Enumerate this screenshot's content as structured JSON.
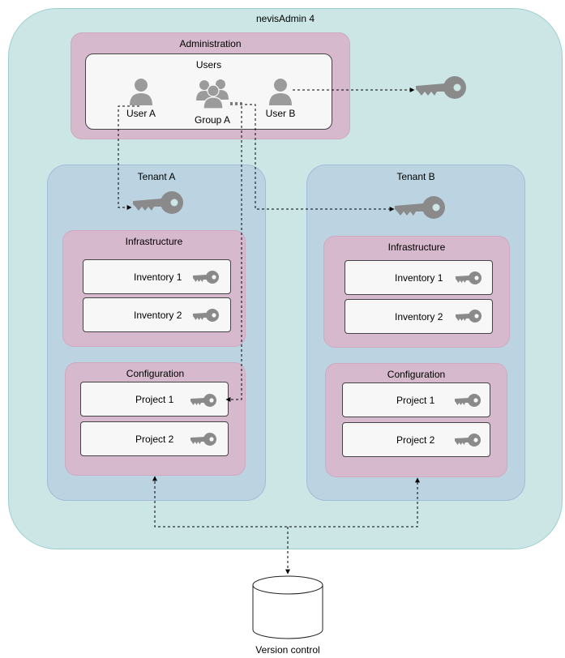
{
  "system": {
    "title": "nevisAdmin 4"
  },
  "administration": {
    "title": "Administration",
    "users_title": "Users",
    "users": [
      {
        "label": "User A"
      },
      {
        "label": "Group A"
      },
      {
        "label": "User B"
      }
    ]
  },
  "tenants": [
    {
      "title": "Tenant A",
      "infrastructure": {
        "title": "Infrastructure",
        "items": [
          "Inventory 1",
          "Inventory 2"
        ]
      },
      "configuration": {
        "title": "Configuration",
        "items": [
          "Project 1",
          "Project 2"
        ]
      }
    },
    {
      "title": "Tenant B",
      "infrastructure": {
        "title": "Infrastructure",
        "items": [
          "Inventory 1",
          "Inventory 2"
        ]
      },
      "configuration": {
        "title": "Configuration",
        "items": [
          "Project 1",
          "Project 2"
        ]
      }
    }
  ],
  "storage": {
    "label": "Version control"
  },
  "colors": {
    "system_fill": "#cce6e6",
    "admin_fill": "#d6b9cc",
    "tenant_fill": "#bcd4e2",
    "item_fill": "#f7f7f7",
    "icon_gray": "#9b9b9b",
    "key_gray": "#888888"
  },
  "icons": [
    "user-icon",
    "group-icon",
    "key-icon",
    "database-icon"
  ]
}
